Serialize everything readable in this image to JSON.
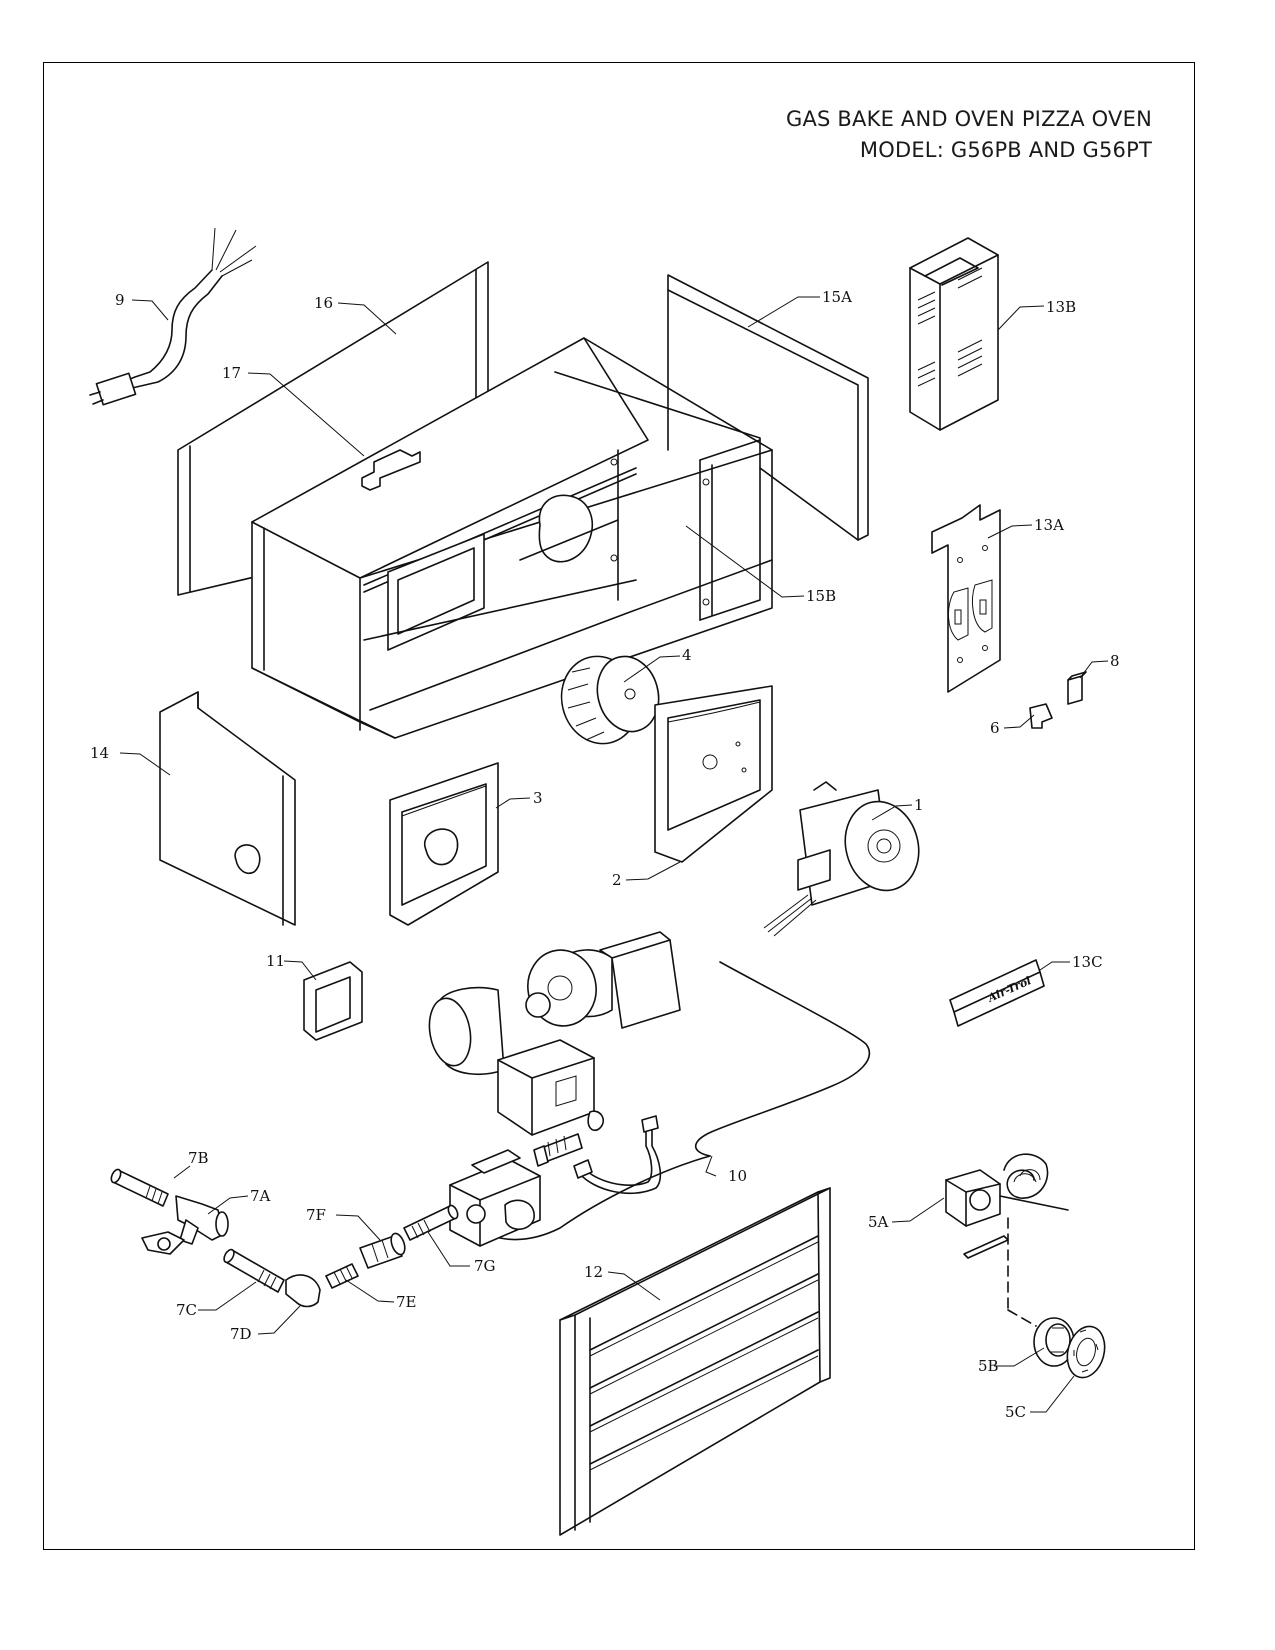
{
  "header": {
    "title_line1": "GAS BAKE AND OVEN PIZZA OVEN",
    "title_line2": "MODEL: G56PB AND G56PT"
  },
  "callouts": {
    "p1": "1",
    "p2": "2",
    "p3": "3",
    "p4": "4",
    "p5a": "5A",
    "p5b": "5B",
    "p5c": "5C",
    "p6": "6",
    "p7a": "7A",
    "p7b": "7B",
    "p7c": "7C",
    "p7d": "7D",
    "p7e": "7E",
    "p7f": "7F",
    "p7g": "7G",
    "p8": "8",
    "p9": "9",
    "p10": "10",
    "p11": "11",
    "p12": "12",
    "p13a": "13A",
    "p13b": "13B",
    "p13c": "13C",
    "p14": "14",
    "p15a": "15A",
    "p15b": "15B",
    "p16": "16",
    "p17": "17"
  },
  "plate_text": "Air-Trol"
}
